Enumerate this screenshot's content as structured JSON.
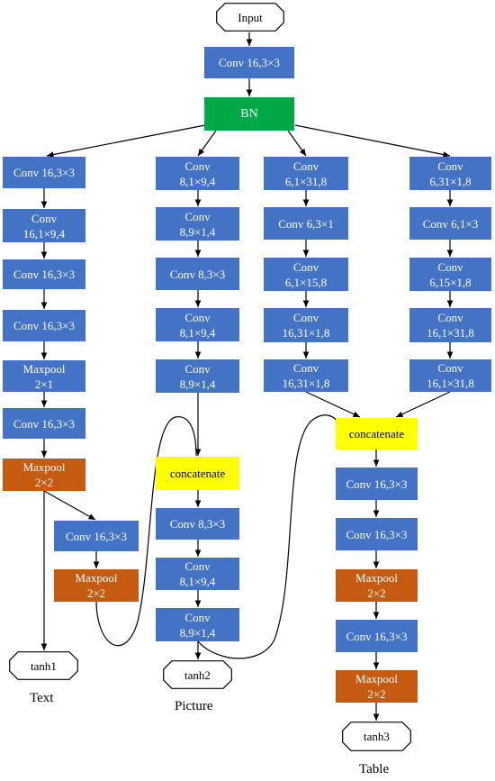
{
  "colors": {
    "conv": "#4472C4",
    "pool": "#C55A11",
    "bn": "#00A846",
    "concatenate": "#FFFF00",
    "line": "#000000"
  },
  "nodes": {
    "input": "Input",
    "conv_top": "Conv 16,3×3",
    "bn": "BN",
    "text": {
      "conv1": "Conv 16,3×3",
      "conv2": "Conv\n16,1×9,4",
      "conv3": "Conv 16,3×3",
      "conv4": "Conv 16,3×3",
      "maxpool1": "Maxpool\n2×1",
      "conv5": "Conv 16,3×3",
      "maxpool2": "Maxpool\n2×2",
      "conv6": "Conv 16,3×3",
      "maxpool3": "Maxpool\n2×2",
      "output": "tanh1"
    },
    "picture": {
      "conv1": "Conv\n8,1×9,4",
      "conv2": "Conv\n8,9×1,4",
      "conv3": "Conv 8,3×3",
      "conv4": "Conv\n8,1×9,4",
      "conv5": "Conv\n8,9×1,4",
      "concatenate": "concatenate",
      "conv6": "Conv 8,3×3",
      "conv7": "Conv\n8,1×9,4",
      "conv8": "Conv\n8,9×1,4",
      "output": "tanh2"
    },
    "table_a": {
      "conv1": "Conv\n6,1×31,8",
      "conv2": "Conv 6,3×1",
      "conv3": "Conv\n6,1×15,8",
      "conv4": "Conv\n16,31×1,8",
      "conv5": "Conv\n16,31×1,8"
    },
    "table_b": {
      "conv1": "Conv\n6,31×1,8",
      "conv2": "Conv 6,1×3",
      "conv3": "Conv\n6,15×1,8",
      "conv4": "Conv\n16,1×31,8",
      "conv5": "Conv\n16,1×31,8"
    },
    "table": {
      "concatenate": "concatenate",
      "conv1": "Conv 16,3×3",
      "conv2": "Conv 16,3×3",
      "maxpool1": "Maxpool\n2×2",
      "conv3": "Conv 16,3×3",
      "maxpool2": "Maxpool\n2×2",
      "output": "tanh3"
    }
  },
  "captions": {
    "text": "Text",
    "picture": "Picture",
    "table": "Table"
  }
}
